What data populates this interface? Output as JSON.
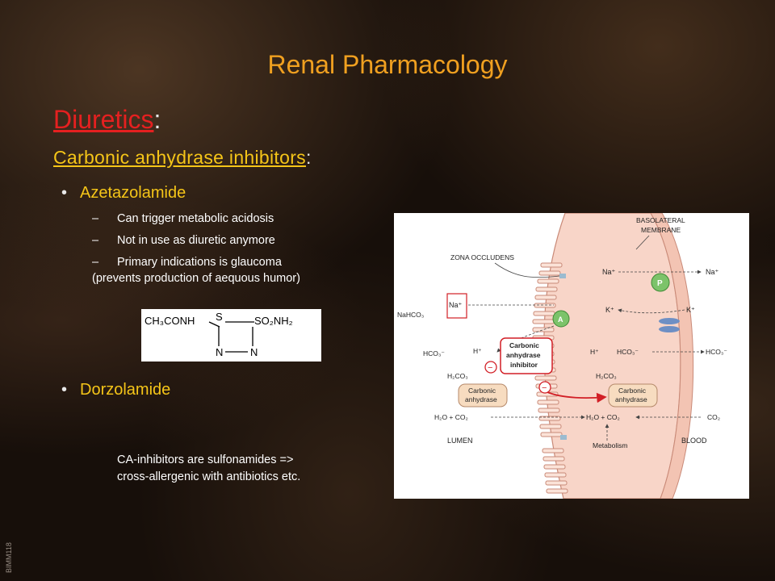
{
  "slide": {
    "title": "Renal Pharmacology",
    "heading": "Diuretics",
    "heading_colon": ":",
    "subheading": "Carbonic anhydrase inhibitors",
    "subheading_colon": ":",
    "bullets": [
      {
        "label": "Azetazolamide",
        "subs": [
          "Can trigger metabolic acidosis",
          "Not in use as diuretic anymore",
          "Primary indications is glaucoma",
          "(prevents production of aequous humor)"
        ]
      },
      {
        "label": "Dorzolamide"
      }
    ],
    "formula": {
      "left": "CH₃CONH",
      "right": "SO₂NH₂",
      "s": "S",
      "n1": "N",
      "n2": "N"
    },
    "note": [
      "CA-inhibitors are sulfonamides =>",
      "cross-allergenic with antibiotics etc."
    ],
    "side_code": "BIMM118",
    "dash": "–",
    "bullet_char": "•"
  },
  "diagram": {
    "labels": {
      "basolateral": "BASOLATERAL",
      "membrane": "MEMBRANE",
      "zona": "ZONA OCCLUDENS",
      "na_plus": "Na⁺",
      "k_plus": "K⁺",
      "nahco3": "NaHCO₃",
      "hco3": "HCO₃⁻",
      "h_plus": "H⁺",
      "h2co3": "H₂CO₃",
      "h2o_co2": "H₂O + CO₂",
      "co2": "CO₂",
      "ca1": "Carbonic",
      "ca2": "anhydrase",
      "inh1": "Carbonic",
      "inh2": "anhydrase",
      "inh3": "inhibitor",
      "lumen": "LUMEN",
      "blood": "BLOOD",
      "metabolism": "Metabolism",
      "p": "P",
      "a": "A",
      "minus": "−"
    },
    "colors": {
      "cell": "#f8d5c8",
      "pump_p": "#7cc36a",
      "pump_a": "#7cc36a",
      "inhibitor": "#d21f26",
      "channel": "#6e8fc4",
      "enzyme": "#f7dcc0"
    }
  }
}
